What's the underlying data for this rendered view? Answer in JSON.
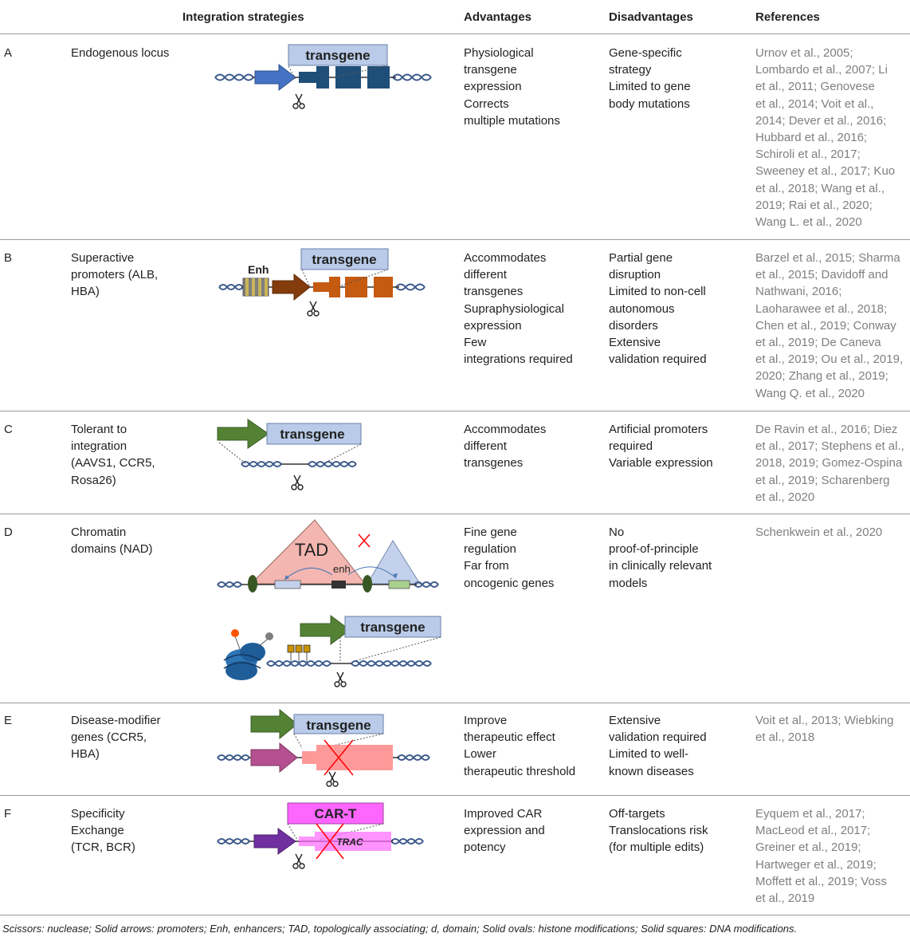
{
  "headers": {
    "strategies": "Integration strategies",
    "advantages": "Advantages",
    "disadvantages": "Disadvantages",
    "references": "References"
  },
  "rows": [
    {
      "letter": "A",
      "strategy": [
        "Endogenous locus"
      ],
      "advantages": [
        "Physiological",
        "transgene",
        "expression",
        "Corrects",
        "multiple mutations"
      ],
      "disadvantages": [
        "Gene-specific",
        "strategy",
        "Limited to gene",
        "body mutations"
      ],
      "references": [
        "Urnov et al., 2005;",
        "Lombardo et al., 2007; Li",
        "et al., 2011; Genovese",
        "et al., 2014; Voit et al.,",
        "2014; Dever et al., 2016;",
        "Hubbard et al., 2016;",
        "Schiroli et al., 2017;",
        "Sweeney et al., 2017; Kuo",
        "et al., 2018; Wang et al.,",
        "2019; Rai et al., 2020;",
        "Wang L. et al., 2020"
      ],
      "diagram_labels": {
        "transgene": "transgene"
      }
    },
    {
      "letter": "B",
      "strategy": [
        "Superactive",
        "promoters (ALB,",
        "HBA)"
      ],
      "advantages": [
        "Accommodates",
        "different",
        "transgenes",
        "Supraphysiological",
        "expression",
        "Few",
        "integrations required"
      ],
      "disadvantages": [
        "Partial gene",
        "disruption",
        "Limited to non-cell",
        "autonomous",
        "disorders",
        "Extensive",
        "validation required"
      ],
      "references": [
        "Barzel et al., 2015; Sharma",
        "et al., 2015; Davidoff and",
        "Nathwani, 2016;",
        "Laoharawee et al., 2018;",
        "Chen et al., 2019; Conway",
        "et al., 2019; De Caneva",
        "et al., 2019; Ou et al., 2019,",
        "2020; Zhang et al., 2019;",
        "Wang Q. et al., 2020"
      ],
      "diagram_labels": {
        "transgene": "transgene",
        "enh": "Enh"
      }
    },
    {
      "letter": "C",
      "strategy": [
        "Tolerant to",
        "integration",
        "(AAVS1, CCR5,",
        "Rosa26)"
      ],
      "advantages": [
        "Accommodates",
        "different",
        "transgenes"
      ],
      "disadvantages": [
        "Artificial promoters",
        "required",
        "Variable expression"
      ],
      "references": [
        "De Ravin et al., 2016; Diez",
        "et al., 2017; Stephens et al.,",
        "2018, 2019; Gomez-Ospina",
        "et al., 2019; Scharenberg",
        "et al., 2020"
      ],
      "diagram_labels": {
        "transgene": "transgene"
      }
    },
    {
      "letter": "D",
      "strategy": [
        "Chromatin",
        "domains (NAD)"
      ],
      "advantages": [
        "Fine gene",
        "regulation",
        "Far from",
        "oncogenic genes"
      ],
      "disadvantages": [
        "No",
        "proof-of-principle",
        "in clinically relevant",
        "models"
      ],
      "references": [
        "Schenkwein et al., 2020"
      ],
      "diagram_labels": {
        "tad": "TAD",
        "enh": "enh",
        "transgene": "transgene"
      }
    },
    {
      "letter": "E",
      "strategy": [
        "Disease-modifier",
        "genes (CCR5,",
        "HBA)"
      ],
      "advantages": [
        "Improve",
        "therapeutic effect",
        "Lower",
        "therapeutic threshold"
      ],
      "disadvantages": [
        "Extensive",
        "validation required",
        "Limited to well-",
        "known diseases"
      ],
      "references": [
        "Voit et al., 2013; Wiebking",
        "et al., 2018"
      ],
      "diagram_labels": {
        "transgene": "transgene"
      }
    },
    {
      "letter": "F",
      "strategy": [
        "Specificity",
        "Exchange",
        "(TCR, BCR)"
      ],
      "advantages": [
        "Improved CAR",
        "expression and",
        "potency"
      ],
      "disadvantages": [
        "Off-targets",
        "Translocations risk",
        "(for multiple edits)"
      ],
      "references": [
        "Eyquem et al., 2017;",
        "MacLeod et al., 2017;",
        "Greiner et al., 2019;",
        "Hartweger et al., 2019;",
        "Moffett et al., 2019; Voss",
        "et al., 2019"
      ],
      "diagram_labels": {
        "cart": "CAR-T",
        "trac": "TRAC"
      }
    }
  ],
  "footnote": "Scissors: nuclease; Solid arrows: promoters; Enh, enhancers; TAD, topologically associating; d, domain; Solid ovals: histone modifications; Solid squares: DNA modifications.",
  "colors": {
    "rule": "#9a9a9a",
    "reference_text": "#7f7f7f",
    "transgene_box": "#b9cbe8",
    "dna": "#3d5a8c",
    "promoter_blue": "#4472c4",
    "exon_navy": "#1f4e79",
    "promoter_brown": "#843c0c",
    "exon_orange": "#c55a11",
    "enhancer_stripes": "#c9b458",
    "promoter_green": "#548235",
    "tad_pink": "#f4b6b0",
    "histone_oval": "#385723",
    "nucleosome": "#2e75b6",
    "promoter_magenta": "#b4508f",
    "gene_pink": "#ff9999",
    "cart_magenta": "#ff66ff",
    "promoter_purple": "#7030a0",
    "cross_red": "#ff0000"
  },
  "icons": [
    "scissors-icon",
    "dna-helix-icon",
    "promoter-arrow-icon",
    "cross-mark-icon",
    "nucleosome-icon"
  ]
}
